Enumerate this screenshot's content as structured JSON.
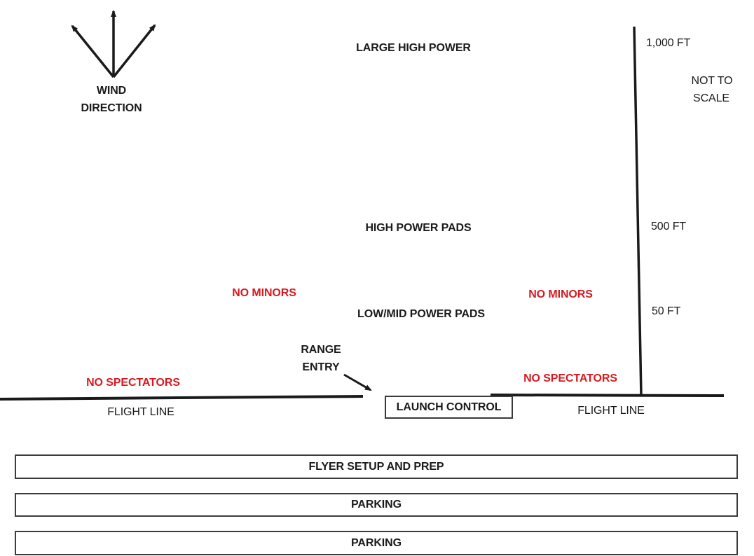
{
  "wind": {
    "line1": "WIND",
    "line2": "DIRECTION"
  },
  "zones": {
    "large_high_power": "LARGE HIGH POWER",
    "high_power_pads": "HIGH POWER PADS",
    "low_mid_power_pads": "LOW/MID POWER PADS"
  },
  "warnings": {
    "no_minors_left": "NO MINORS",
    "no_minors_right": "NO MINORS",
    "no_spectators_left": "NO SPECTATORS",
    "no_spectators_right": "NO SPECTATORS"
  },
  "distances": {
    "ft1000": "1,000 FT",
    "ft500": "500 FT",
    "ft50": "50 FT"
  },
  "scale_note": {
    "line1": "NOT TO",
    "line2": "SCALE"
  },
  "range_entry": {
    "line1": "RANGE",
    "line2": "ENTRY"
  },
  "flight_lines": {
    "left": "FLIGHT LINE",
    "right": "FLIGHT LINE"
  },
  "launch_control": {
    "label": "LAUNCH CONTROL"
  },
  "areas": {
    "flyer_setup_prep": "FLYER SETUP AND PREP",
    "parking_upper": "PARKING",
    "parking_lower": "PARKING"
  },
  "colors": {
    "warning_red": "#d81920",
    "line_black": "#1a1a1a",
    "background": "#ffffff"
  }
}
